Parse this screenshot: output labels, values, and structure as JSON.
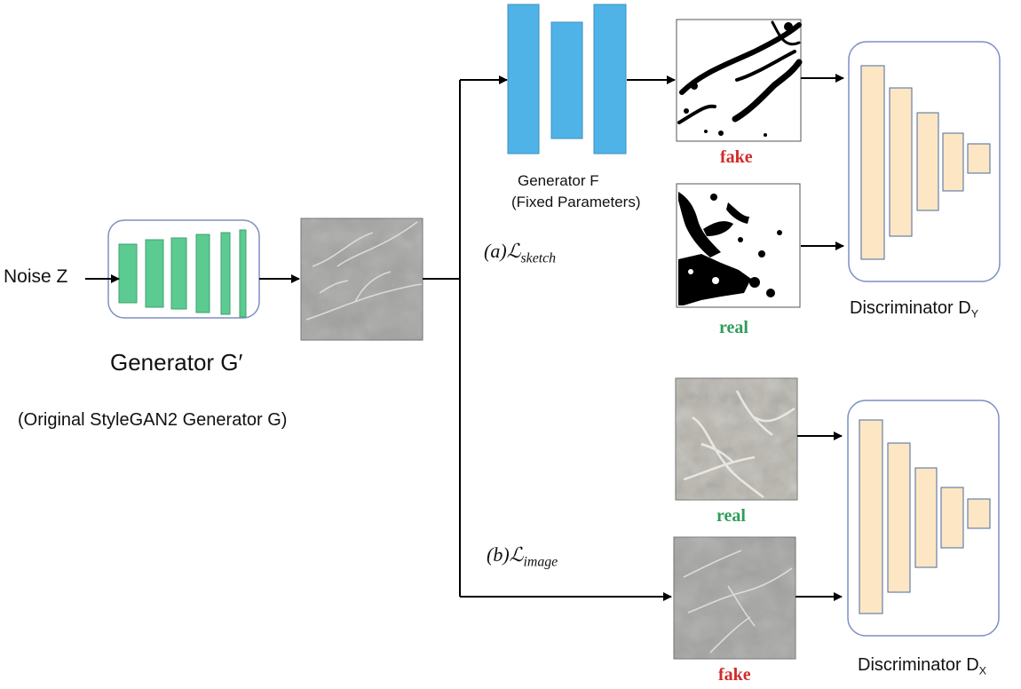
{
  "noise": {
    "label": "Noise Z"
  },
  "generator_g_prime": {
    "title": "Generator G′",
    "subtitle": "(Original StyleGAN2 Generator G)"
  },
  "generator_f": {
    "title": "Generator F",
    "subtitle": "(Fixed Parameters)"
  },
  "loss_sketch": {
    "prefix": "(a)",
    "symbol": "ℒ",
    "subscript": "sketch"
  },
  "loss_image": {
    "prefix": "(b)",
    "symbol": "ℒ",
    "subscript": "image"
  },
  "sketch_branch": {
    "fake_label": "fake",
    "real_label": "real"
  },
  "image_branch": {
    "real_label": "real",
    "fake_label": "fake"
  },
  "discriminator_y": {
    "label": "Discriminator D",
    "subscript": "Y"
  },
  "discriminator_x": {
    "label": "Discriminator D",
    "subscript": "X"
  },
  "colors": {
    "generator_g_bars": "#5ccb91",
    "generator_g_edge": "#3f9f6e",
    "generator_f_bars": "#4fb3e8",
    "discriminator_bars": "#fde6c4",
    "discriminator_edge": "#4a6a9a",
    "rounded_box_border": "#7d8fc4",
    "fake_text": "#d22a2a",
    "real_text": "#2f9d5a",
    "marble_base": "#a4a5a3"
  }
}
